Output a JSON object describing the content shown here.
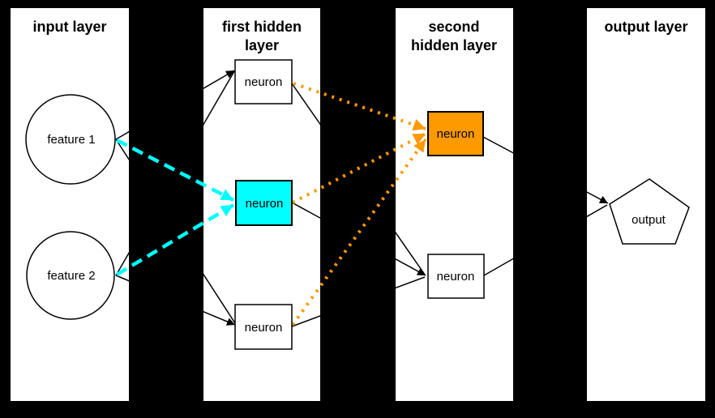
{
  "diagram": {
    "type": "neural-network-layer-diagram",
    "background_color": "#000000",
    "panel_color": "#ffffff",
    "colors": {
      "highlight_cyan": "#00ffff",
      "highlight_orange": "#ff9900",
      "edge_black": "#000000",
      "text": "#000000"
    },
    "layers": [
      {
        "name": "input layer",
        "title_lines": [
          "input layer"
        ]
      },
      {
        "name": "first hidden layer",
        "title_lines": [
          "first hidden",
          "layer"
        ]
      },
      {
        "name": "second hidden layer",
        "title_lines": [
          "second",
          "hidden layer"
        ]
      },
      {
        "name": "output layer",
        "title_lines": [
          "output layer"
        ]
      }
    ],
    "nodes": {
      "feature1": {
        "label": "feature 1",
        "shape": "circle",
        "layer": "input layer",
        "fill": "#ffffff"
      },
      "feature2": {
        "label": "feature 2",
        "shape": "circle",
        "layer": "input layer",
        "fill": "#ffffff"
      },
      "h1_top": {
        "label": "neuron",
        "shape": "rect",
        "layer": "first hidden layer",
        "fill": "#ffffff"
      },
      "h1_mid": {
        "label": "neuron",
        "shape": "rect",
        "layer": "first hidden layer",
        "fill": "#00ffff"
      },
      "h1_bottom": {
        "label": "neuron",
        "shape": "rect",
        "layer": "first hidden layer",
        "fill": "#ffffff"
      },
      "h2_top": {
        "label": "neuron",
        "shape": "rect",
        "layer": "second hidden layer",
        "fill": "#ff9900"
      },
      "h2_bottom": {
        "label": "neuron",
        "shape": "rect",
        "layer": "second hidden layer",
        "fill": "#ffffff"
      },
      "output": {
        "label": "output",
        "shape": "pentagon",
        "layer": "output layer",
        "fill": "#ffffff"
      }
    },
    "edges": [
      {
        "from": "feature1",
        "to": "h1_top",
        "style": "solid-black"
      },
      {
        "from": "feature2",
        "to": "h1_top",
        "style": "solid-black"
      },
      {
        "from": "feature1",
        "to": "h1_mid",
        "style": "dashed-cyan"
      },
      {
        "from": "feature2",
        "to": "h1_mid",
        "style": "dashed-cyan"
      },
      {
        "from": "feature1",
        "to": "h1_bottom",
        "style": "solid-black"
      },
      {
        "from": "feature2",
        "to": "h1_bottom",
        "style": "solid-black"
      },
      {
        "from": "h1_top",
        "to": "h2_top",
        "style": "dotted-orange"
      },
      {
        "from": "h1_mid",
        "to": "h2_top",
        "style": "dotted-orange"
      },
      {
        "from": "h1_bottom",
        "to": "h2_top",
        "style": "dotted-orange"
      },
      {
        "from": "h1_top",
        "to": "h2_bottom",
        "style": "solid-black"
      },
      {
        "from": "h1_mid",
        "to": "h2_bottom",
        "style": "solid-black"
      },
      {
        "from": "h1_bottom",
        "to": "h2_bottom",
        "style": "solid-black"
      },
      {
        "from": "h2_top",
        "to": "output",
        "style": "solid-black"
      },
      {
        "from": "h2_bottom",
        "to": "output",
        "style": "solid-black"
      }
    ]
  }
}
